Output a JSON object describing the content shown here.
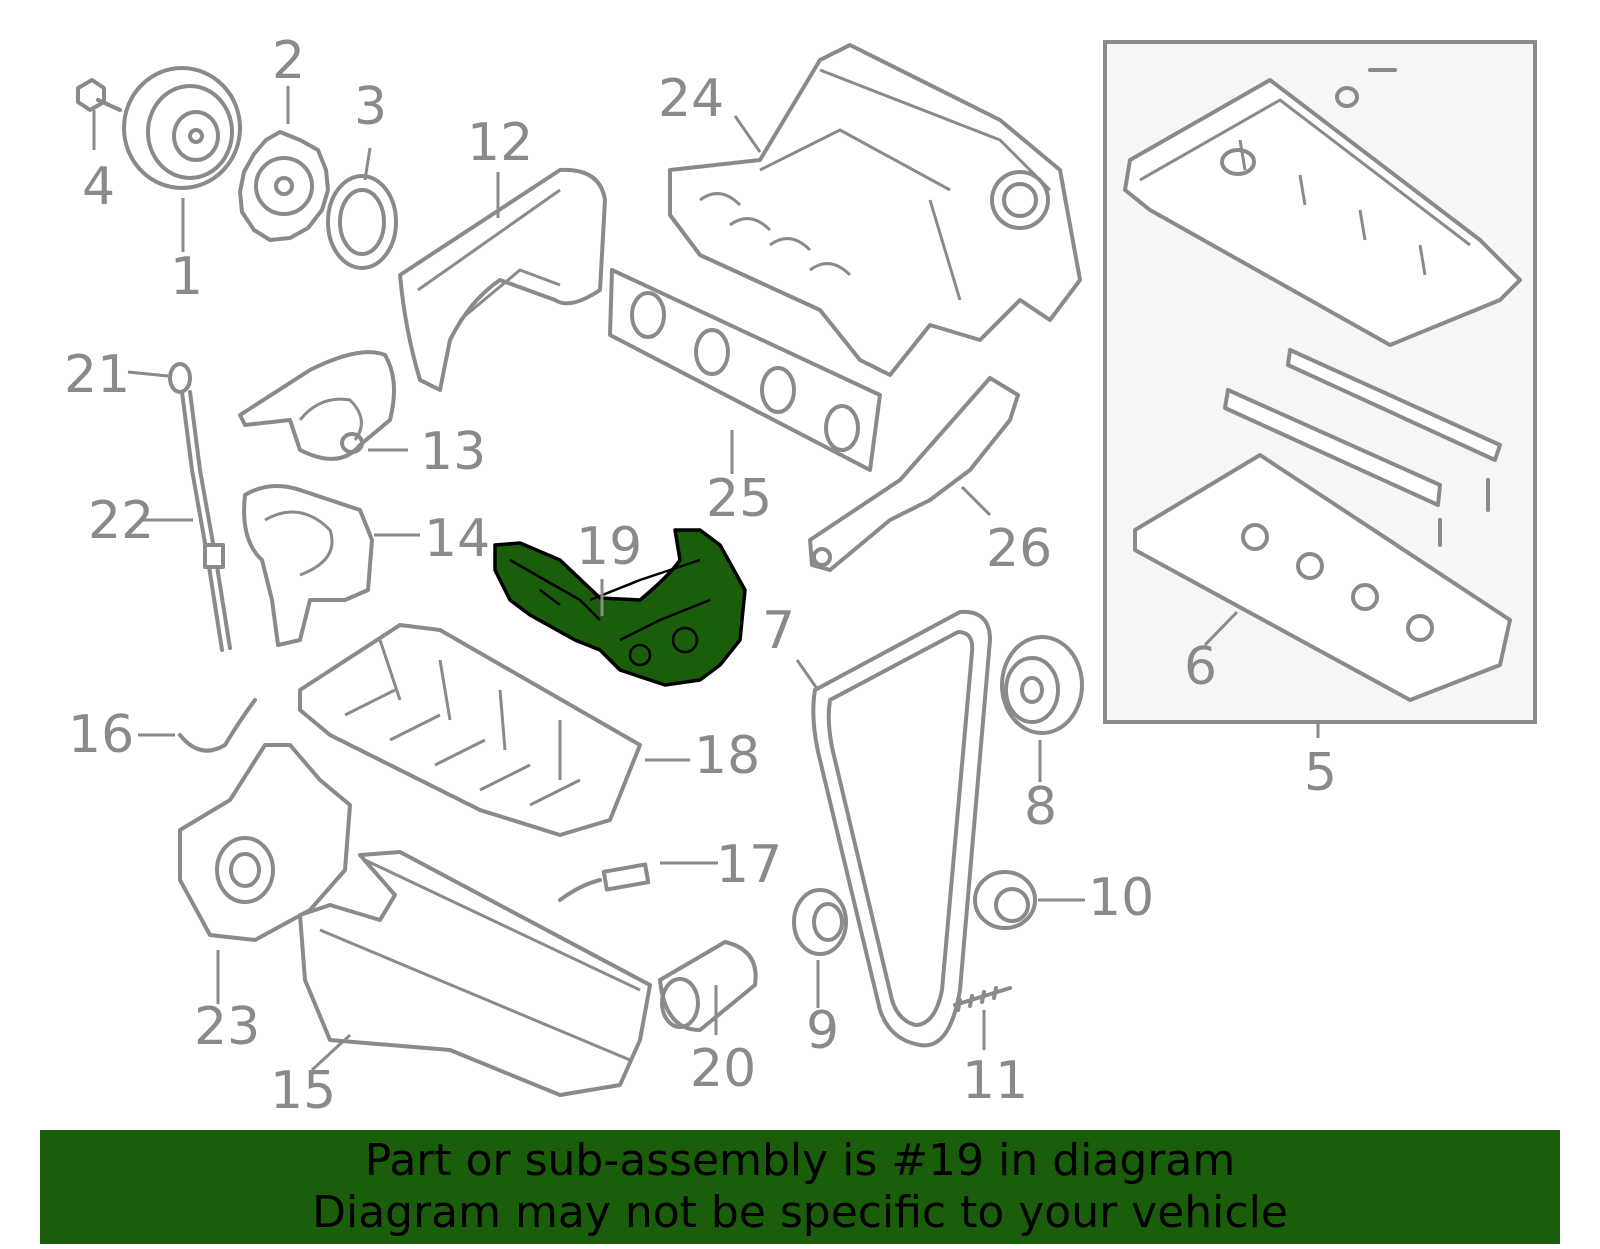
{
  "callouts": {
    "c1": "1",
    "c2": "2",
    "c3": "3",
    "c4": "4",
    "c5": "5",
    "c6": "6",
    "c7": "7",
    "c8": "8",
    "c9": "9",
    "c10": "10",
    "c11": "11",
    "c12": "12",
    "c13": "13",
    "c14": "14",
    "c15": "15",
    "c16": "16",
    "c17": "17",
    "c18": "18",
    "c19": "19",
    "c20": "20",
    "c21": "21",
    "c22": "22",
    "c23": "23",
    "c24": "24",
    "c25": "25",
    "c26": "26"
  },
  "highlighted_part": "19",
  "footer": {
    "line1": "Part or sub-assembly is #19 in diagram",
    "line2": "Diagram may not be specific to your vehicle"
  },
  "colors": {
    "highlight": "#1a5e0c",
    "line_art": "#8a8a8a",
    "inset_bg": "#f6f6f6"
  }
}
